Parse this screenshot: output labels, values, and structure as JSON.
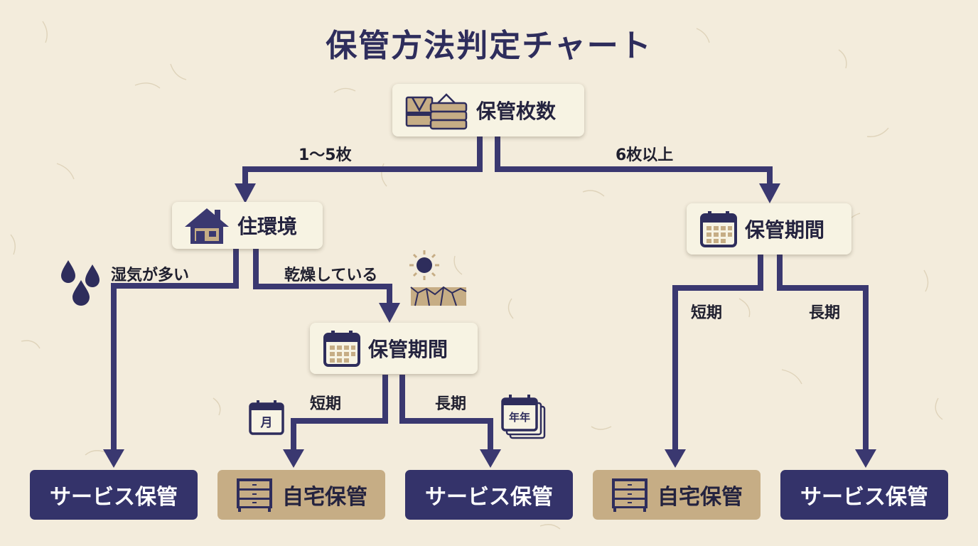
{
  "title": "保管方法判定チャート",
  "nodes": {
    "root": {
      "label": "保管枚数",
      "icon": "kimono-stack-icon"
    },
    "environment": {
      "label": "住環境",
      "icon": "house-icon"
    },
    "period_left": {
      "label": "保管期間",
      "icon": "calendar-icon"
    },
    "period_right": {
      "label": "保管期間",
      "icon": "calendar-icon"
    }
  },
  "branches": {
    "few": "1〜5枚",
    "many": "6枚以上",
    "humid": "湿気が多い",
    "dry": "乾燥している",
    "short_left": "短期",
    "long_left": "長期",
    "short_right": "短期",
    "long_right": "長期"
  },
  "icons": {
    "month_calendar_text": "月",
    "year_calendar_text": "年年"
  },
  "results": [
    {
      "label": "サービス保管",
      "style": "service"
    },
    {
      "label": "自宅保管",
      "style": "home",
      "icon": "dresser-icon"
    },
    {
      "label": "サービス保管",
      "style": "service"
    },
    {
      "label": "自宅保管",
      "style": "home",
      "icon": "dresser-icon"
    },
    {
      "label": "サービス保管",
      "style": "service"
    }
  ],
  "colors": {
    "background": "#f3ecdc",
    "connector": "#3a3870",
    "service_box": "#34336a",
    "home_box": "#c6ad85",
    "node_box": "#f7f3e3"
  }
}
